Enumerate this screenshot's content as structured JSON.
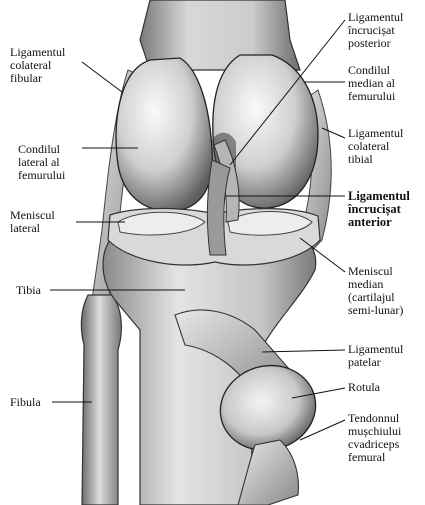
{
  "labels": {
    "ligamentul_colateral_fibular": "Ligamentul\ncolateral\nfibular",
    "condilul_lateral": "Condilul\nlateral al\nfemurului",
    "meniscul_lateral": "Meniscul\nlateral",
    "tibia": "Tibia",
    "fibula": "Fibula",
    "ligamentul_incrucisat_posterior": "Ligamentul\nîncrucișat\nposterior",
    "condilul_median": "Condilul\nmedian al\nfemurului",
    "ligamentul_colateral_tibial": "Ligamentul\ncolateral\ntibial",
    "ligamentul_incrucisat_anterior": "Ligamentul\nîncrucișat\nanterior",
    "meniscul_median": "Meniscul\nmedian\n(cartilajul\nsemi-lunar)",
    "ligamentul_patelar": "Ligamentul\npatelar",
    "rotula": "Rotula",
    "tendonul_cvadriceps": "Tendonnul\nmușchiului\ncvadriceps\nfemural"
  },
  "colors": {
    "ink": "#1a1a1a",
    "bone_light": "#f0f0f0",
    "bone_mid": "#bdbdbd",
    "bone_dark": "#6a6a6a"
  }
}
